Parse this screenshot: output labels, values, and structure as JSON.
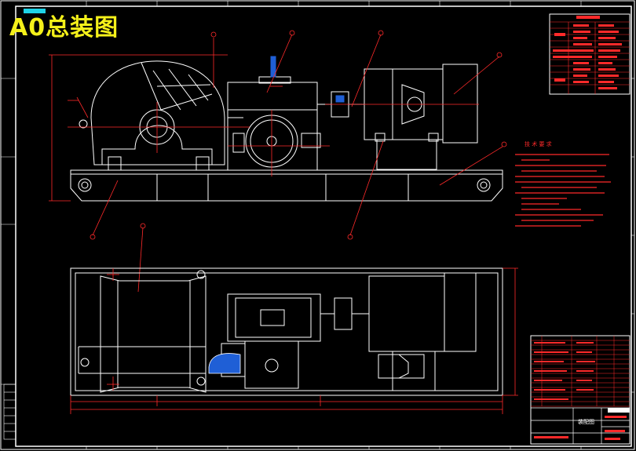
{
  "drawing": {
    "title": "A0总装图",
    "tech_requirements_title": "技 术 要 求",
    "title_block_name": "装配图"
  },
  "colors": {
    "background": "#000000",
    "outline": "#ffffff",
    "annotation": "#ff2a2a",
    "title": "#f4f01a",
    "highlight": "#1fd3e6",
    "part_blue": "#1f5fd6"
  }
}
